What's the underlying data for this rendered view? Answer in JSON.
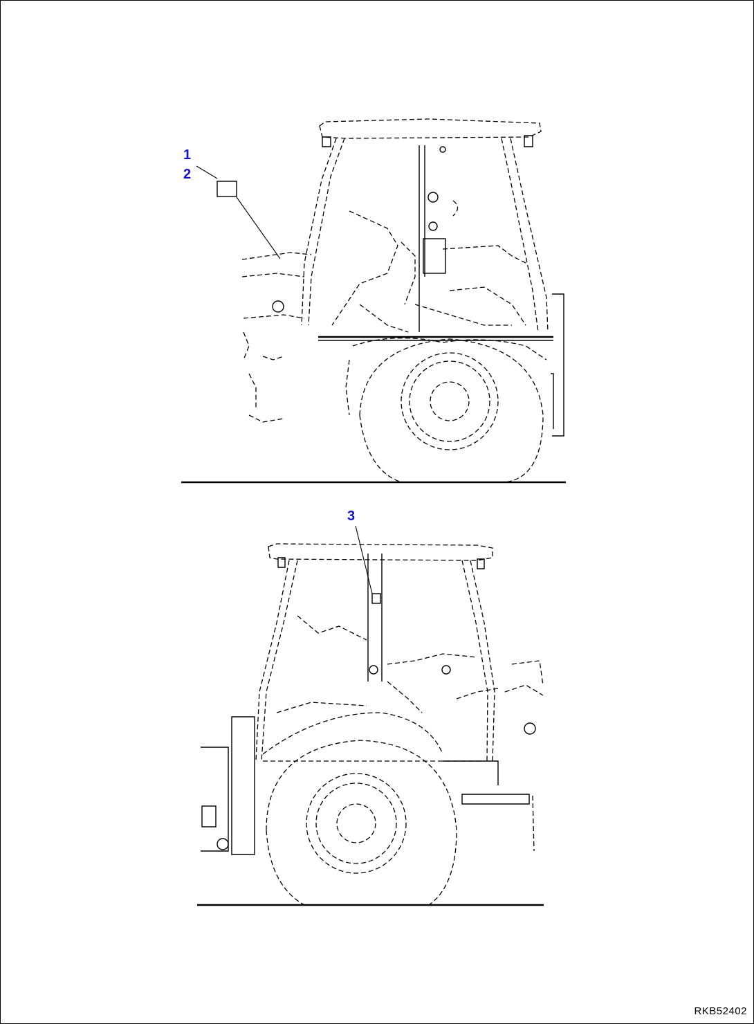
{
  "drawing_code": "RKB52402",
  "callouts": {
    "top_view": [
      "1",
      "2"
    ],
    "bottom_view": [
      "3"
    ]
  },
  "colors": {
    "callout": "#1414c8",
    "linework": "#000000",
    "background": "#ffffff"
  }
}
